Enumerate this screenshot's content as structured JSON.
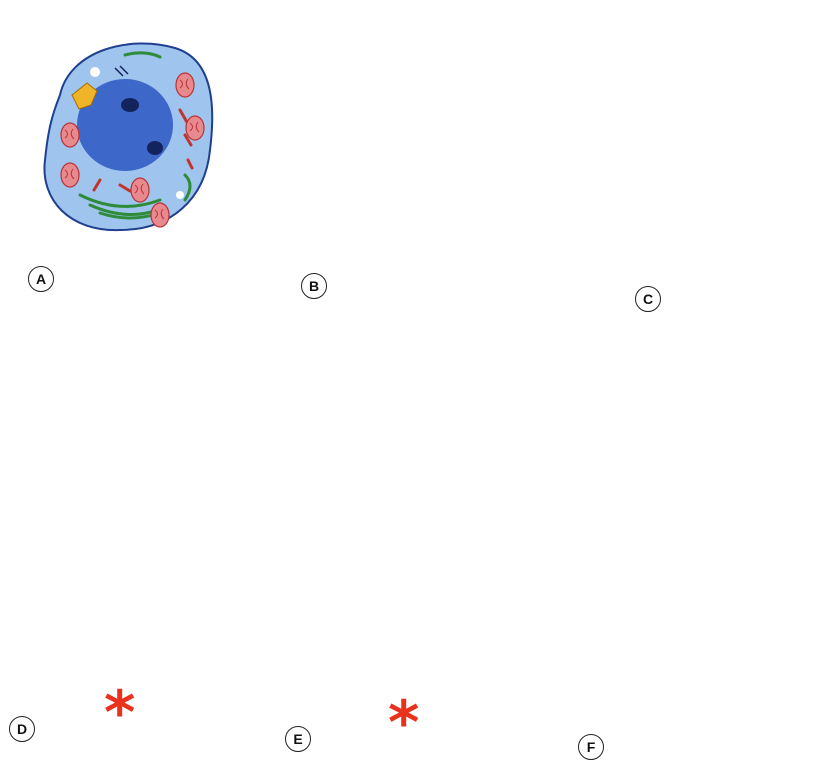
{
  "panels": [
    {
      "id": "A",
      "label": "A"
    },
    {
      "id": "B",
      "label": "B"
    },
    {
      "id": "C",
      "label": "C"
    },
    {
      "id": "D",
      "label": "D"
    },
    {
      "id": "E",
      "label": "E"
    },
    {
      "id": "F",
      "label": "F"
    }
  ],
  "markers": {
    "asterisk": "*"
  },
  "colors": {
    "cytoplasm": "#9fc4ee",
    "cytoplasm_outline": "#1f3f8f",
    "nucleus": "#3d68c9",
    "nucleolus": "#13235c",
    "acrosome": "#f0b429",
    "mitochondria": "#e8898d",
    "mito_outline": "#b83338",
    "golgi_green": "#2e8b3a",
    "er_red": "#c0362f",
    "flagellum": "#4f7fcf",
    "asterisk": "#e8321c"
  }
}
